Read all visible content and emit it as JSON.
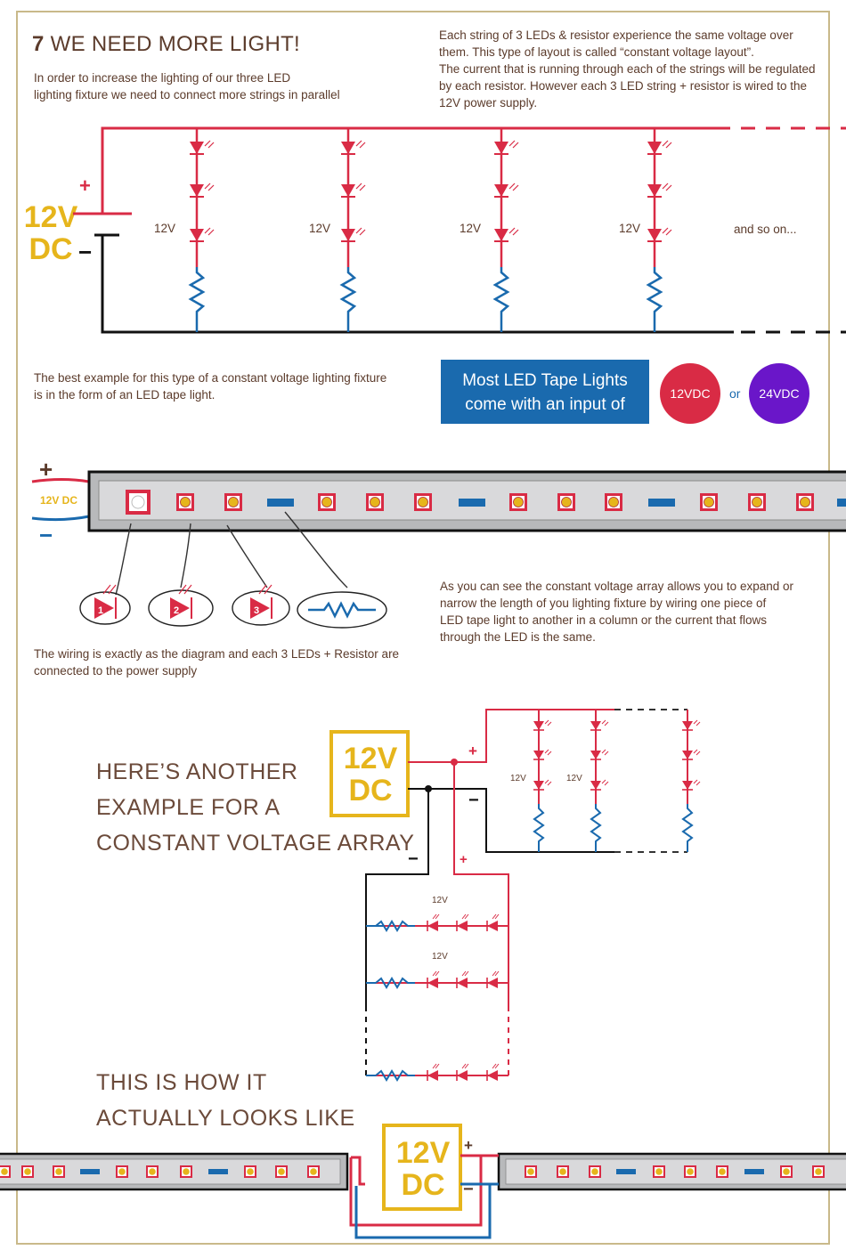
{
  "heading": {
    "number": "7",
    "title": "WE NEED MORE LIGHT!"
  },
  "intro": {
    "line1": "In order to increase the lighting of our three LED",
    "line2": "lighting fixture we need to connect more strings in parallel"
  },
  "note_top": {
    "line1": "Each string of 3 LEDs & resistor experience the same voltage over",
    "line2": "them. This type of layout is called “constant voltage layout”.",
    "line3": "The current that is running through each of the strings will be regulated",
    "line4": "by each resistor. However each 3 LED string + resistor is wired to the",
    "line5": "12V power supply."
  },
  "circuit1": {
    "source_line1": "12V",
    "source_line2": "DC",
    "plus": "+",
    "minus": "−",
    "string_label": "12V",
    "and_so_on": "and so on..."
  },
  "tape_intro": {
    "line1": "The best example for this type of a constant voltage lighting fixture",
    "line2": "is in the form of an LED tape light."
  },
  "callout": {
    "line1": "Most LED Tape Lights",
    "line2": "come with an input of",
    "opt1": "12VDC",
    "or": "or",
    "opt2": "24VDC"
  },
  "tape": {
    "plus": "+",
    "minus": "−",
    "label": "12V DC"
  },
  "legend_numbers": [
    "1",
    "2",
    "3"
  ],
  "wiring_note": {
    "line1": "The wiring is exactly as the diagram and each 3 LEDs + Resistor are",
    "line2": "connected to the power supply"
  },
  "expand_note": {
    "line1": "As you can see the constant voltage array allows you to expand or",
    "line2": "narrow the length of you lighting fixture by wiring one piece of",
    "line3": "LED tape light to another in a column or the current that flows",
    "line4": "through the LED is the same."
  },
  "another": {
    "line1": "HERE’S ANOTHER",
    "line2": "EXAMPLE FOR A",
    "line3": "CONSTANT VOLTAGE ARRAY"
  },
  "circuit2": {
    "source_line1": "12V",
    "source_line2": "DC",
    "plus": "+",
    "minus": "−",
    "string_label": "12V"
  },
  "actual": {
    "line1": "THIS IS HOW IT",
    "line2": "ACTUALLY LOOKS LIKE"
  },
  "bottom": {
    "source_line1": "12V",
    "source_line2": "DC",
    "plus": "+",
    "minus": "−"
  },
  "colors": {
    "red": "#d92b45",
    "blue": "#1a6aae",
    "yellow": "#e6b51c",
    "purple": "#6a16c9",
    "brown": "#5b3b2b"
  }
}
